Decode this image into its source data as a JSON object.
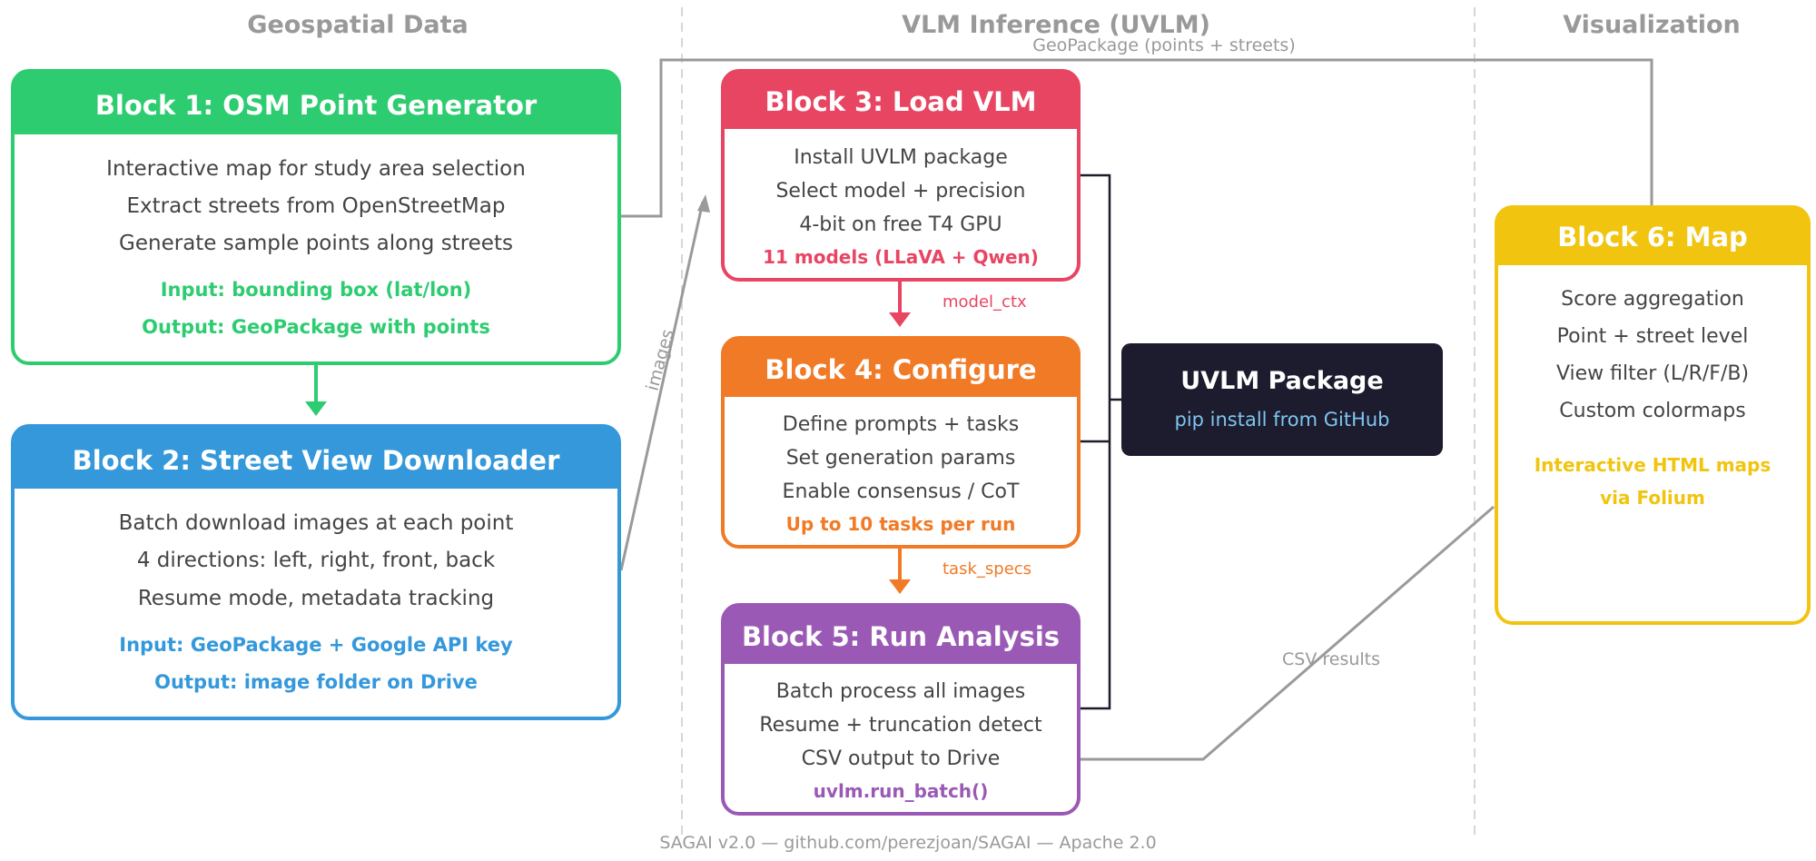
{
  "sections": {
    "geospatial": "Geospatial Data",
    "inference": "VLM Inference (UVLM)",
    "visualization": "Visualization"
  },
  "colors": {
    "block1": "#2ecc71",
    "block2": "#3498db",
    "block3": "#e84563",
    "block4": "#f07a26",
    "block5": "#9b59b6",
    "block6": "#f1c40f",
    "package_bg": "#1c1c2e",
    "package_sub": "#7fc4ee",
    "connector_gray": "#9a9a9a"
  },
  "blocks": {
    "block1": {
      "title": "Block 1: OSM Point Generator",
      "lines": [
        "Interactive map for study area selection",
        "Extract streets from OpenStreetMap",
        "Generate sample points along streets"
      ],
      "input": "Input: bounding box (lat/lon)",
      "output": "Output: GeoPackage with points"
    },
    "block2": {
      "title": "Block 2: Street View Downloader",
      "lines": [
        "Batch download images at each point",
        "4 directions: left, right, front, back",
        "Resume mode, metadata tracking"
      ],
      "input": "Input: GeoPackage + Google API key",
      "output": "Output: image folder on Drive"
    },
    "block3": {
      "title": "Block 3: Load VLM",
      "lines": [
        "Install UVLM package",
        "Select model + precision",
        "4-bit on free T4 GPU"
      ],
      "highlight": "11 models (LLaVA + Qwen)"
    },
    "block4": {
      "title": "Block 4: Configure",
      "lines": [
        "Define prompts + tasks",
        "Set generation params",
        "Enable consensus / CoT"
      ],
      "highlight": "Up to 10 tasks per run"
    },
    "block5": {
      "title": "Block 5: Run Analysis",
      "lines": [
        "Batch process all images",
        "Resume + truncation detect",
        "CSV output to Drive"
      ],
      "highlight": "uvlm.run_batch()"
    },
    "block6": {
      "title": "Block 6: Map",
      "lines": [
        "Score aggregation",
        "Point + street level",
        "View filter (L/R/F/B)",
        "Custom colormaps"
      ],
      "highlight_lines": [
        "Interactive HTML maps",
        "via Folium"
      ]
    }
  },
  "package": {
    "title": "UVLM Package",
    "subtitle": "pip install from GitHub"
  },
  "edge_labels": {
    "geopackage": "GeoPackage (points + streets)",
    "images": "images",
    "model_ctx": "model_ctx",
    "task_specs": "task_specs",
    "csv_results": "CSV results"
  },
  "footer": "SAGAI v2.0 — github.com/perezjoan/SAGAI — Apache 2.0"
}
